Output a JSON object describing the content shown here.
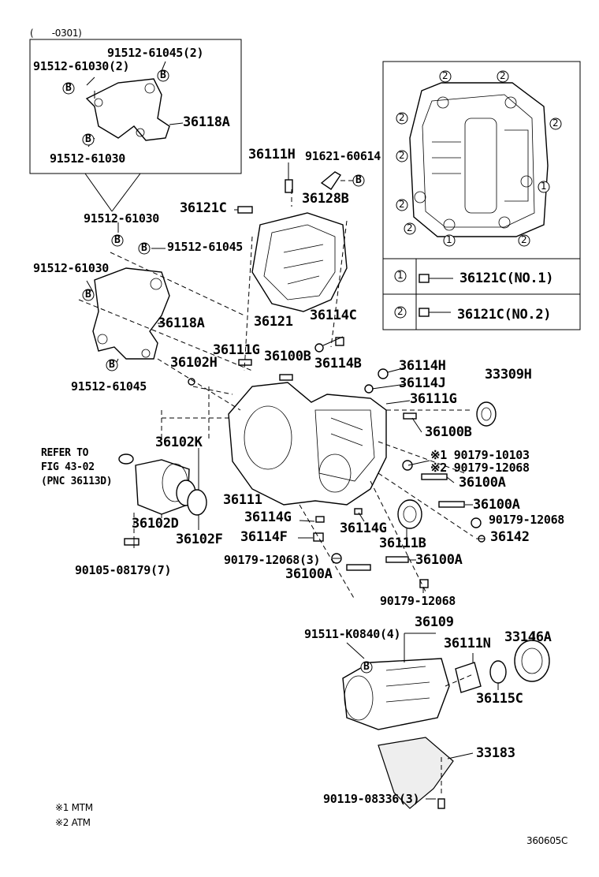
{
  "header_note": "(　　-0301)",
  "inset_top_left": {
    "labels": {
      "a": "91512-61045(2)",
      "b": "91512-61030(2)",
      "c": "36118A",
      "d": "91512-61030"
    }
  },
  "inset_right": {
    "legend": [
      {
        "mark": "1",
        "part": "36121C(NO.1)"
      },
      {
        "mark": "2",
        "part": "36121C(NO.2)"
      }
    ]
  },
  "labels": {
    "p36111H": "36111H",
    "p91621": "91621-60614",
    "p36121C": "36121C",
    "p36128B": "36128B",
    "p91512_61030": "91512-61030",
    "p91512_61045a": "91512-61045",
    "p91512_61030b": "91512-61030",
    "p36118A": "36118A",
    "p91512_61045b": "91512-61045",
    "p36121": "36121",
    "p36114C": "36114C",
    "p36111G_a": "36111G",
    "p36100B_a": "36100B",
    "p36114B": "36114B",
    "p36102H": "36102H",
    "p36114H": "36114H",
    "p33309H": "33309H",
    "p36114J": "36114J",
    "p36111G_b": "36111G",
    "p36100B_b": "36100B",
    "p36102K": "36102K",
    "refer1": "REFER TO",
    "refer2": "FIG 43-02",
    "refer3": "(PNC 36113D)",
    "p90179_10103": "※1 90179-10103",
    "p90179_12068a": "※2 90179-12068",
    "p36100A_a": "36100A",
    "p36111": "36111",
    "p36100A_b": "36100A",
    "p36114G_a": "36114G",
    "p36114G_b": "36114G",
    "p90179_12068b": "90179-12068",
    "p36102D": "36102D",
    "p36114F": "36114F",
    "p36142": "36142",
    "p36102F": "36102F",
    "p36111B": "36111B",
    "p90179_12068c": "90179-12068(3)",
    "p36100A_c": "36100A",
    "p90105": "90105-08179(7)",
    "p36100A_d": "36100A",
    "p90179_12068d": "90179-12068",
    "p36109": "36109",
    "p33146A": "33146A",
    "p91511": "91511-K0840(4)",
    "p36111N": "36111N",
    "p36115C": "36115C",
    "p33183": "33183",
    "p90119": "90119-08336(3)"
  },
  "footnotes": {
    "n1": "※1 MTM",
    "n2": "※2 ATM"
  },
  "diagram_id": "360605C",
  "bolt_mark": "B",
  "circle_marks": {
    "one": "1",
    "two": "2"
  }
}
